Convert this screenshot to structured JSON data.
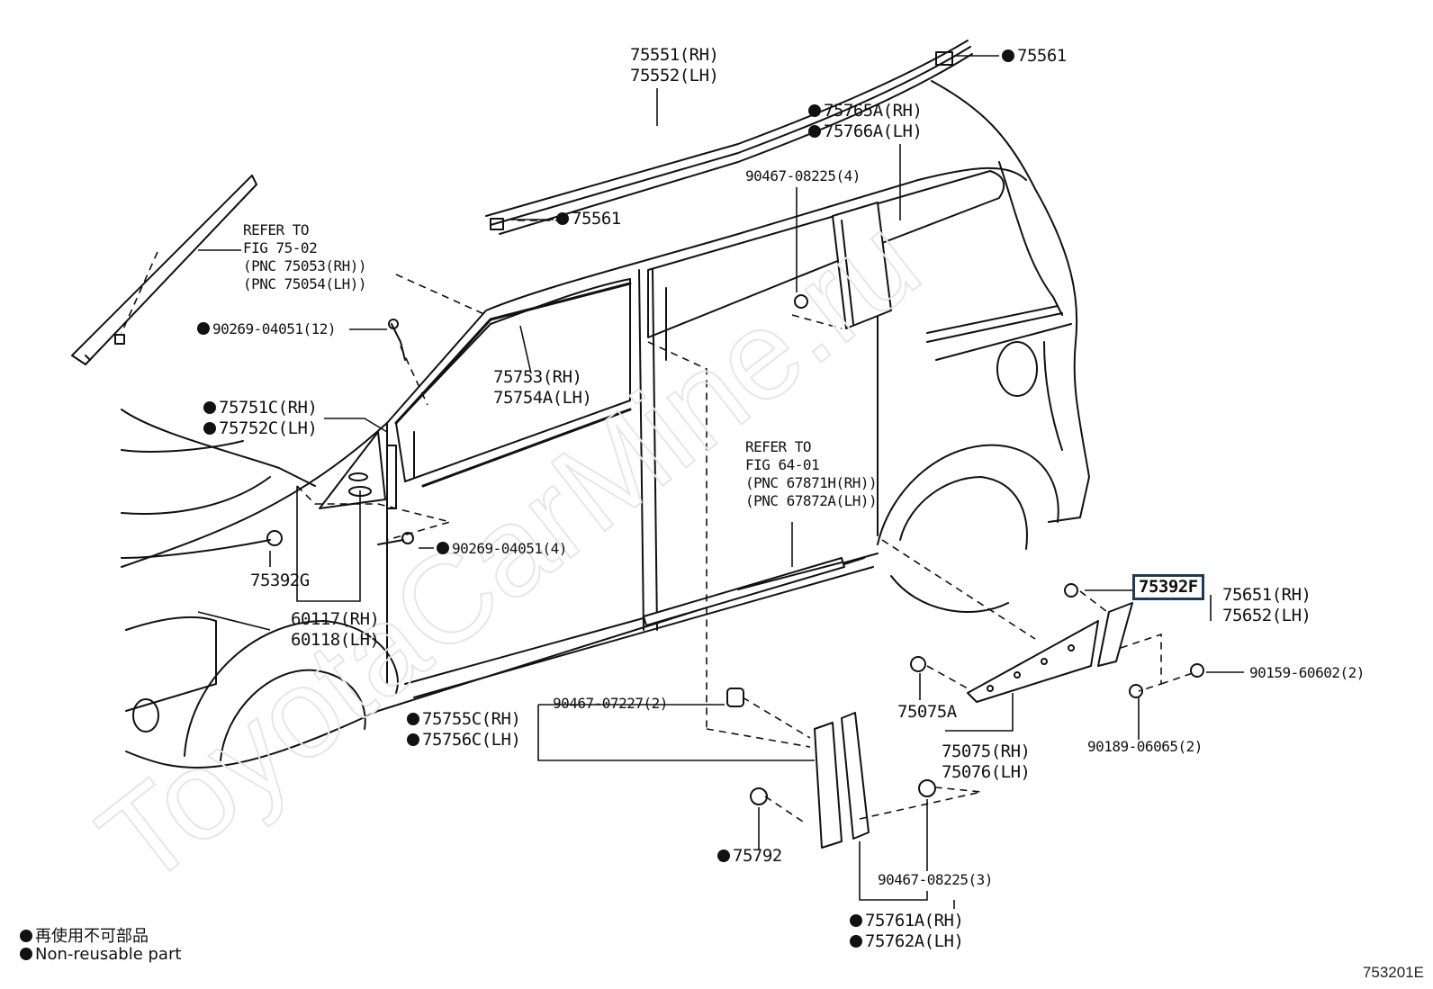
{
  "watermark": "ToyotaCarMine.ru",
  "figure_code": "753201E",
  "legend": {
    "line1": "再使用不可部品",
    "line2": "Non-reusable part"
  },
  "labels": {
    "roof_molding": [
      "75551(RH)",
      "75552(LH)"
    ],
    "clip_75561_top": "75561",
    "clip_75561_left": "75561",
    "pillar_garnish_c": [
      "75765A(RH)",
      "75766A(LH)"
    ],
    "screw_90467_08225_4": "90467-08225(4)",
    "refer_75": [
      "REFER TO",
      "FIG 75-02",
      "(PNC 75053(RH))",
      "(PNC 75054(LH))"
    ],
    "clip_90269_12": "90269-04051(12)",
    "belt_molding": [
      "75753(RH)",
      "75754A(LH)"
    ],
    "triangle_molding": [
      "75751C(RH)",
      "75752C(LH)"
    ],
    "refer_64": [
      "REFER TO",
      "FIG 64-01",
      "(PNC 67871H(RH))",
      "(PNC 67872A(LH))"
    ],
    "clip_90269_4": "90269-04051(4)",
    "clip_75392G": "75392G",
    "fender_liner": [
      "60117(RH)",
      "60118(LH)"
    ],
    "clip_75392F": "75392F",
    "mudguard": [
      "75651(RH)",
      "75652(LH)"
    ],
    "screw_90159": "90159-60602(2)",
    "screw_90189": "90189-06065(2)",
    "clip_75075A": "75075A",
    "protector": [
      "75075(RH)",
      "75076(LH)"
    ],
    "screw_90467_07227": "90467-07227(2)",
    "pillar_garnish_b": [
      "75755C(RH)",
      "75756C(LH)"
    ],
    "clip_75792": "75792",
    "screw_90467_08225_3": "90467-08225(3)",
    "pillar_garnish_b2": [
      "75761A(RH)",
      "75762A(LH)"
    ]
  }
}
